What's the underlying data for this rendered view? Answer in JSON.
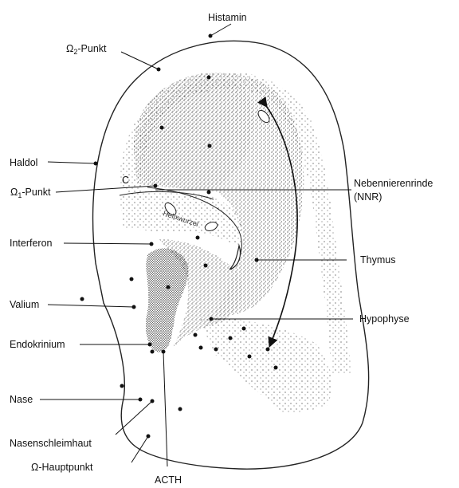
{
  "labels": {
    "histamin": "Histamin",
    "omega2_symbol": "Ω",
    "omega2_sub": "2",
    "omega2_rest": "-Punkt",
    "haldol": "Haldol",
    "omega1_symbol": "Ω",
    "omega1_sub": "1",
    "omega1_rest": "-Punkt",
    "interferon": "Interferon",
    "valium": "Valium",
    "endokrinium": "Endokrinium",
    "nase": "Nase",
    "nasenschleimhaut": "Nasenschleimhaut",
    "omega_hauptpunkt": "Ω-Hauptpunkt",
    "acth": "ACTH",
    "nebennierenrinde": "Nebennierenrinde",
    "nnr": "(NNR)",
    "thymus": "Thymus",
    "hypophyse": "Hypophyse",
    "helixwurzel": "Helixwurzel",
    "c_mark": "C"
  },
  "colors": {
    "ink": "#111111",
    "paper": "#ffffff"
  }
}
